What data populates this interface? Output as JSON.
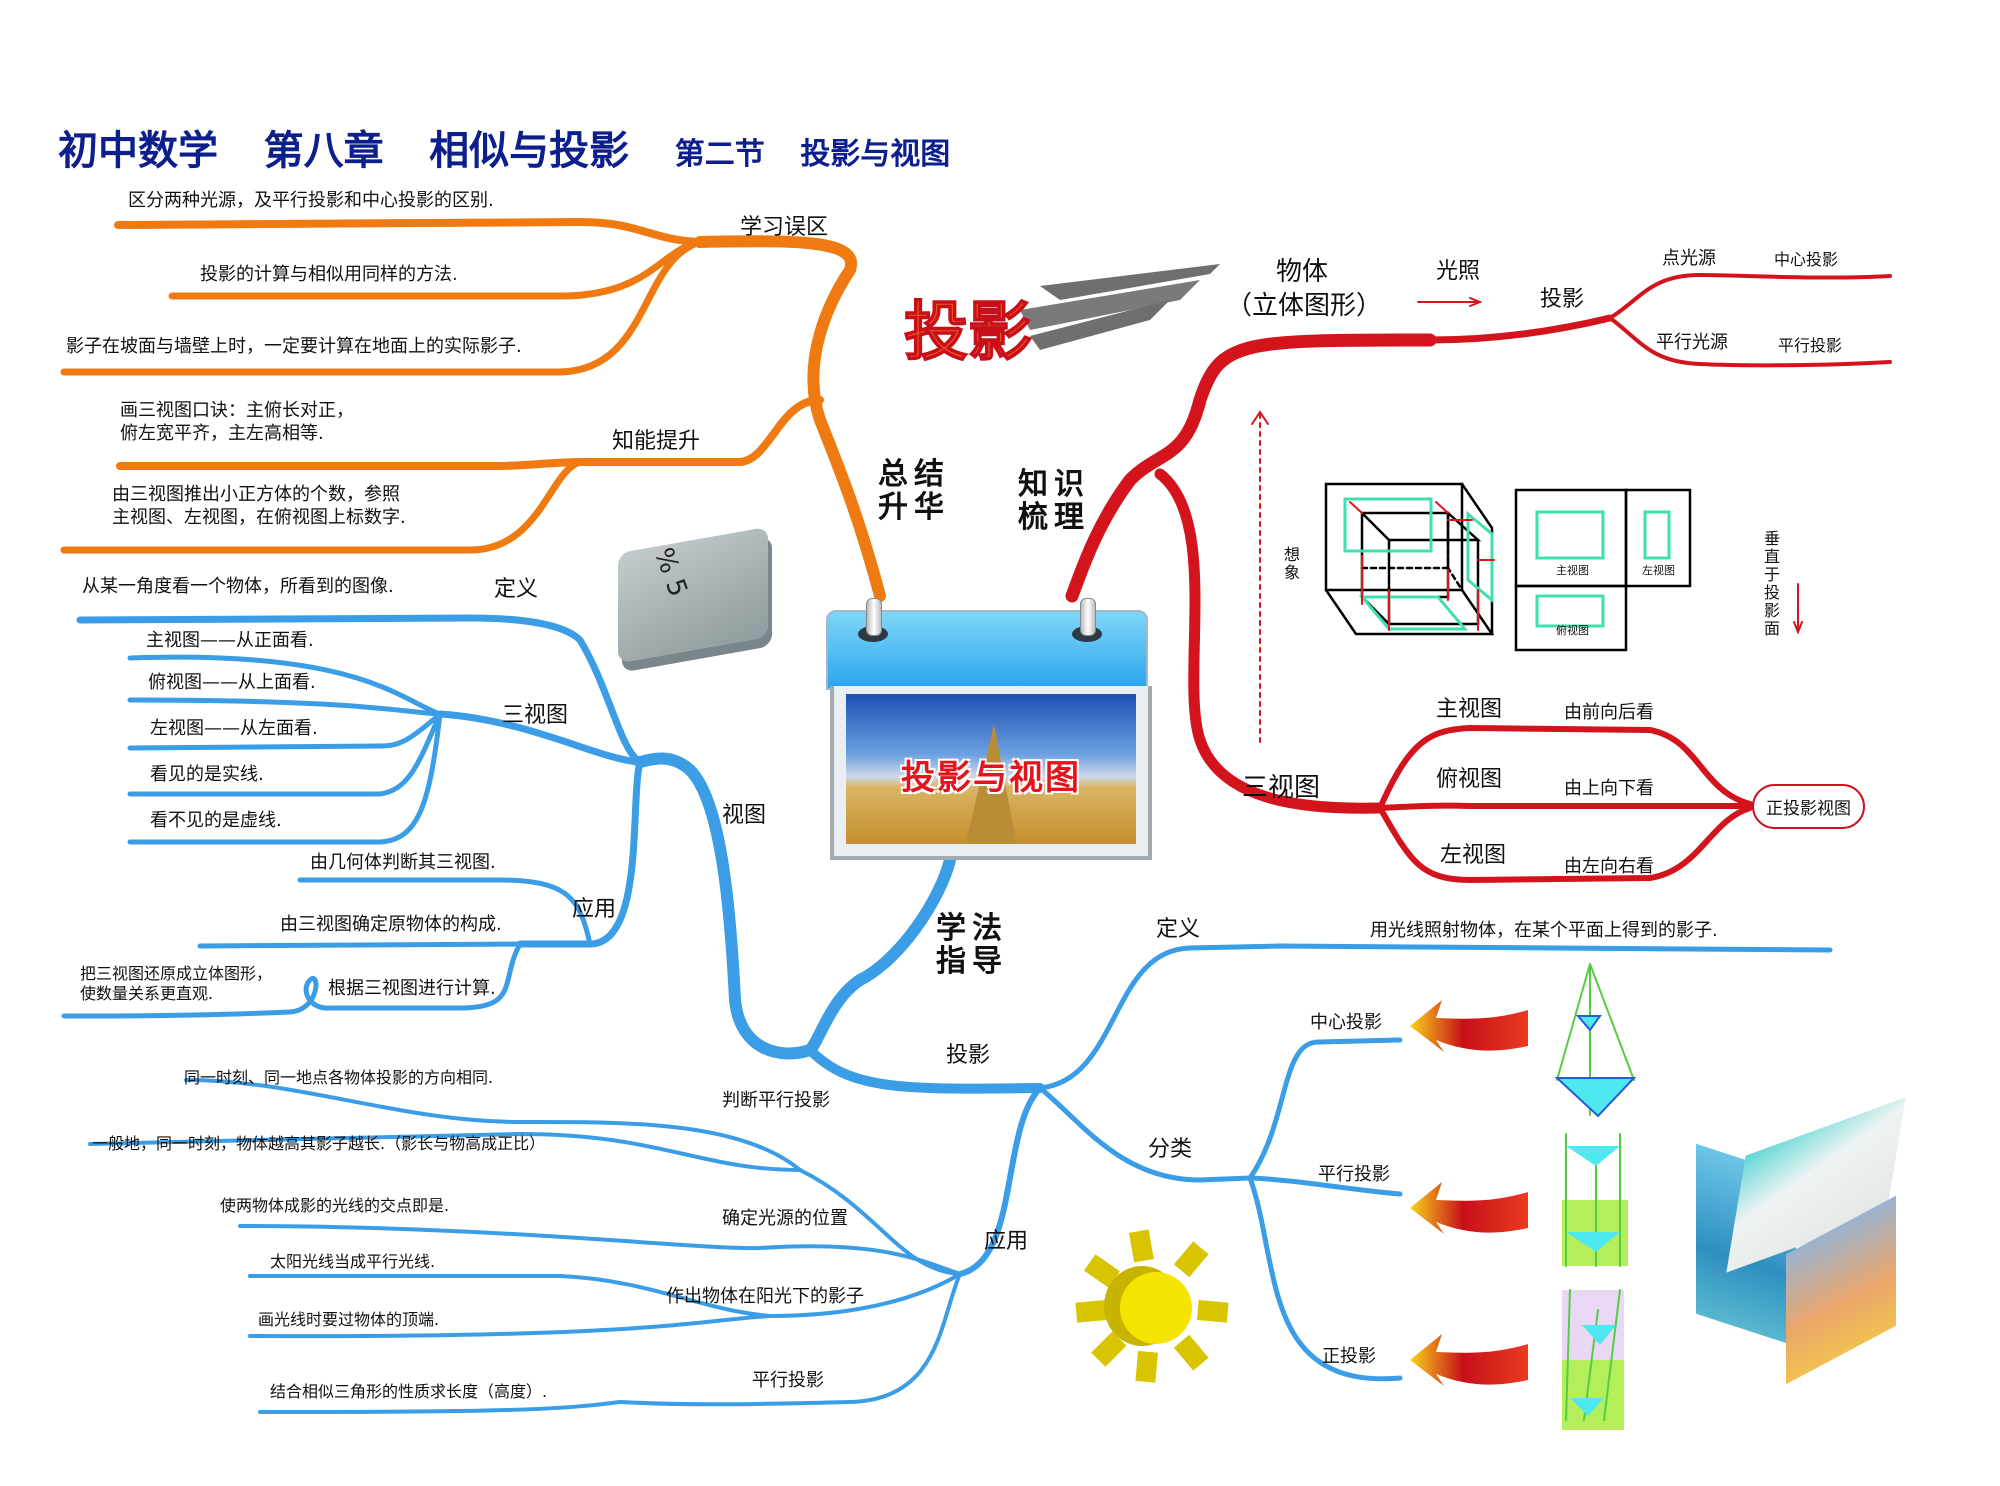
{
  "title": {
    "course": "初中数学",
    "chapter": "第八章",
    "chapter_name": "相似与投影",
    "section": "第二节",
    "section_name": "投影与视图"
  },
  "center": {
    "caption": "投影与视图"
  },
  "decor": {
    "stylized_word": "投影",
    "key_text_1": "%",
    "key_text_2": "5"
  },
  "branches": {
    "summary": {
      "label": "总结\n升华",
      "line1": "总结",
      "line2": "升华",
      "color": "#f07a12",
      "mistakes": {
        "label": "学习误区",
        "items": [
          "区分两种光源，及平行投影和中心投影的区别.",
          "投影的计算与相似用同样的方法.",
          "影子在坡面与墙壁上时，一定要计算在地面上的实际影子."
        ]
      },
      "improve": {
        "label": "知能提升",
        "items": [
          [
            "画三视图口诀：主俯长对正，",
            "俯左宽平齐，主左高相等."
          ],
          [
            "由三视图推出小正方体的个数，参照",
            "主视图、左视图，在俯视图上标数字."
          ]
        ]
      }
    },
    "knowledge": {
      "line1": "知识",
      "line2": "梳理",
      "color": "#d4141c",
      "object": {
        "line1": "物体",
        "line2": "（立体图形）",
        "arrow_label": "光照",
        "result": "投影",
        "sources": [
          {
            "source": "点光源",
            "type": "中心投影"
          },
          {
            "source": "平行光源",
            "type": "平行投影"
          }
        ]
      },
      "imagine_label": "想象",
      "perpendicular_label": "垂直于投影面",
      "diagram_labels": {
        "front": "主视图",
        "left": "左视图",
        "top": "俯视图"
      },
      "three_views": {
        "label": "三视图",
        "views": [
          {
            "name": "主视图",
            "desc": "由前向后看"
          },
          {
            "name": "俯视图",
            "desc": "由上向下看"
          },
          {
            "name": "左视图",
            "desc": "由左向右看"
          }
        ],
        "result": "正投影视图"
      }
    },
    "views": {
      "label": "视图",
      "color": "#3a9de6",
      "definition": {
        "label": "定义",
        "text": "从某一角度看一个物体，所看到的图像."
      },
      "three_views": {
        "label": "三视图",
        "items": [
          "主视图——从正面看.",
          "俯视图——从上面看.",
          "左视图——从左面看.",
          "看见的是实线.",
          "看不见的是虚线."
        ]
      },
      "application": {
        "label": "应用",
        "items": [
          "由几何体判断其三视图.",
          "由三视图确定原物体的构成.",
          "根据三视图进行计算."
        ],
        "note": [
          "把三视图还原成立体图形，",
          "使数量关系更直观."
        ]
      }
    },
    "method": {
      "line1": "学法",
      "line2": "指导",
      "color": "#3a9de6"
    },
    "projection": {
      "label": "投影",
      "color": "#3a9de6",
      "definition": {
        "label": "定义",
        "text": "用光线照射物体，在某个平面上得到的影子."
      },
      "classification": {
        "label": "分类",
        "items": [
          "中心投影",
          "平行投影",
          "正投影"
        ]
      },
      "application": {
        "label": "应用",
        "groups": [
          {
            "label": "判断平行投影",
            "items": [
              "同一时刻、同一地点各物体投影的方向相同.",
              "一般地，同一时刻，物体越高其影子越长.（影长与物高成正比）"
            ]
          },
          {
            "label": "确定光源的位置",
            "items": [
              "使两物体成影的光线的交点即是."
            ]
          },
          {
            "label": "作出物体在阳光下的影子",
            "items": [
              "太阳光线当成平行光线.",
              "画光线时要过物体的顶端."
            ]
          },
          {
            "label": "平行投影",
            "items": [
              "结合相似三角形的性质求长度（高度）."
            ]
          }
        ]
      }
    }
  }
}
